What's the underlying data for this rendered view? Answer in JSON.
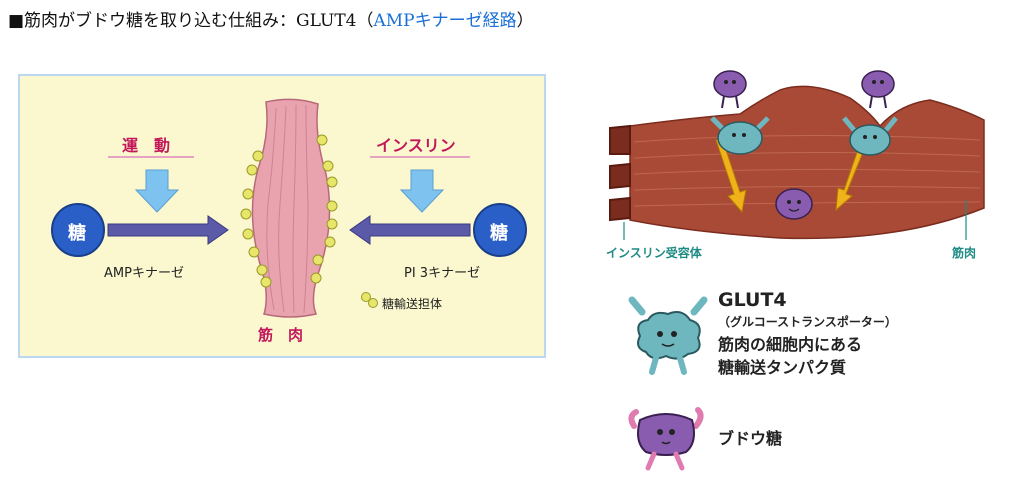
{
  "title": {
    "prefix": "■筋肉がブドウ糖を取り込む仕組み：GLUT4（",
    "link": "AMPキナーゼ経路",
    "suffix": "）"
  },
  "left_diagram": {
    "exercise": "運　動",
    "insulin": "インスリン",
    "sugar": "糖",
    "amp_kinase": "AMPキナーゼ",
    "pi3_kinase": "PI 3キナーゼ",
    "transporter": "糖輸送担体",
    "muscle": "筋　肉"
  },
  "right_diagram": {
    "insulin_receptor": "インスリン受容体",
    "muscle": "筋肉"
  },
  "legend": {
    "glut4_name": "GLUT4",
    "glut4_sub": "（グルコーストランスポーター）",
    "glut4_desc_1": "筋肉の細胞内にある",
    "glut4_desc_2": "糖輸送タンパク質",
    "glucose": "ブドウ糖"
  },
  "colors": {
    "panel_bg": "#fbf8cf",
    "panel_border": "#bcd7f0",
    "sugar_circle": "#2b5fc8",
    "arrow_purple": "#4a4a9a",
    "down_arrow": "#7ec3f0",
    "label_pink": "#c2185b",
    "muscle_pink": "#e8a3ae",
    "transporter_yellow": "#e8e66a",
    "muscle_brown": "#a94a36",
    "glut4_teal": "#6fb7bf",
    "glucose_purple": "#8a5cb0",
    "arrow_yellow": "#f0b21a",
    "receptor_label": "#1e8a84",
    "link_blue": "#1a6fd6"
  },
  "icons": [
    "glut4-character-icon",
    "glucose-character-icon",
    "sugar-circle-icon",
    "transporter-dot-icon"
  ]
}
